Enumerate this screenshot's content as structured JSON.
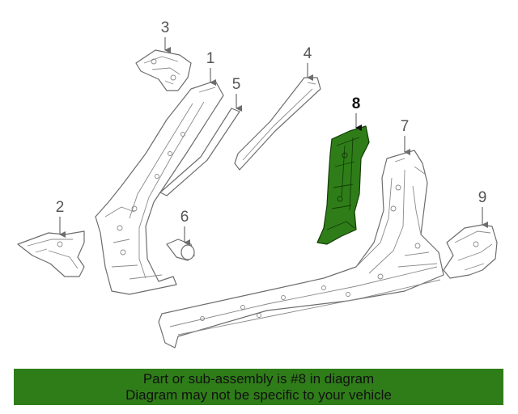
{
  "callouts": {
    "c1": "1",
    "c2": "2",
    "c3": "3",
    "c4": "4",
    "c5": "5",
    "c6": "6",
    "c7": "7",
    "c8": "8",
    "c9": "9"
  },
  "highlight_color": "#2f7d18",
  "banner": {
    "line1": "Part or sub-assembly is #8 in diagram",
    "line2": "Diagram may not be specific to your vehicle"
  }
}
